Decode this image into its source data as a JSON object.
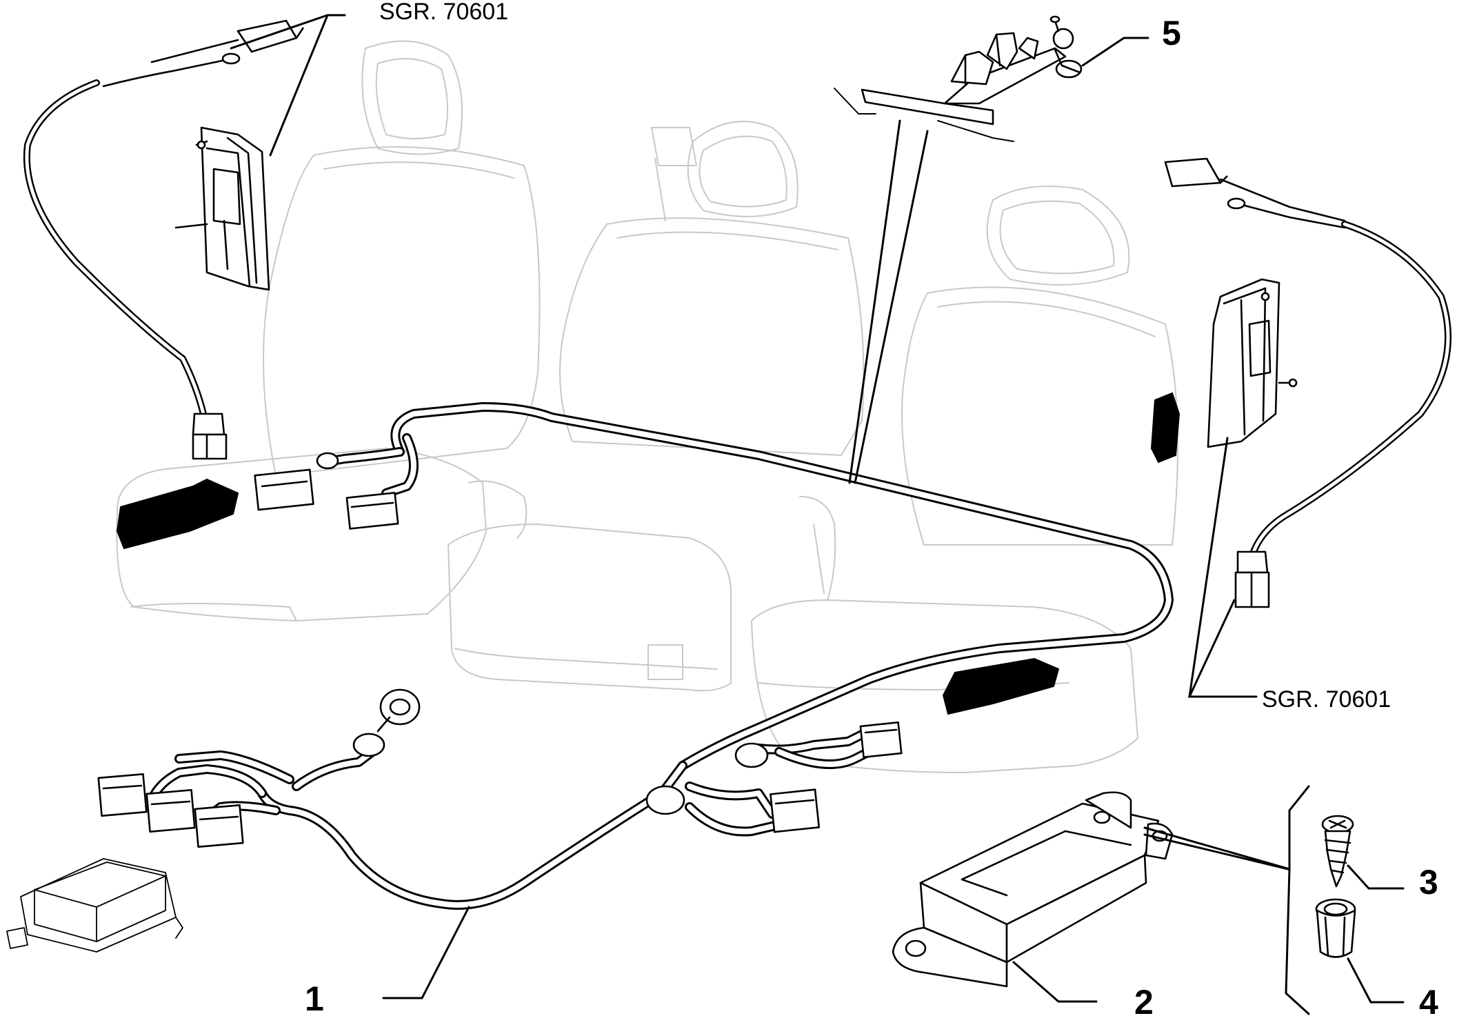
{
  "callouts": [
    {
      "id": "1",
      "label": "1"
    },
    {
      "id": "2",
      "label": "2"
    },
    {
      "id": "3",
      "label": "3"
    },
    {
      "id": "4",
      "label": "4"
    },
    {
      "id": "5",
      "label": "5"
    }
  ],
  "references": {
    "top_left": "SGR. 70601",
    "right": "SGR. 70601"
  }
}
